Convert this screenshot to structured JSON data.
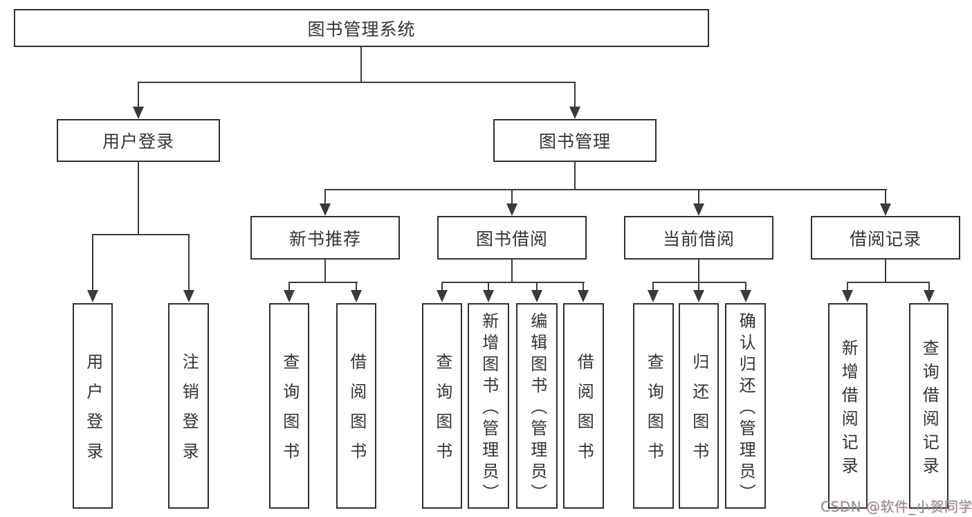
{
  "diagram_title": "图书管理系统",
  "nodes": {
    "root": "图书管理系统",
    "user_login": "用户登录",
    "book_management": "图书管理",
    "new_book_recommend": "新书推荐",
    "book_borrow": "图书借阅",
    "current_borrow": "当前借阅",
    "borrow_records": "借阅记录",
    "leaf_user_login": "用户登录",
    "leaf_logout": "注销登录",
    "leaf_query_books_1": "查询图书",
    "leaf_borrow_books_1": "借阅图书",
    "leaf_query_books_2": "查询图书",
    "leaf_add_book_admin": "新增图书（管理员）",
    "leaf_edit_book_admin": "编辑图书（管理员）",
    "leaf_borrow_books_2": "借阅图书",
    "leaf_query_books_3": "查询图书",
    "leaf_return_book": "归还图书",
    "leaf_confirm_return_admin": "确认归还（管理员）",
    "leaf_add_borrow_record": "新增借阅记录",
    "leaf_query_borrow_record": "查询借阅记录"
  },
  "watermark": "CSDN @软件_小贺同学",
  "colors": {
    "line": "#3a3a3a",
    "border": "#2f2f2f",
    "text": "#333333",
    "background": "#ffffff",
    "watermark": "#8f8f8f"
  }
}
